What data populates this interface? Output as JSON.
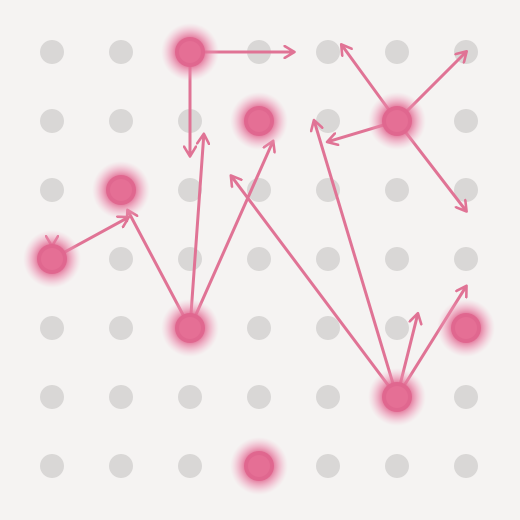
{
  "board": {
    "grid_rows": 7,
    "grid_cols": 7,
    "colors": {
      "background": "#f5f3f2",
      "empty_dot": "#d9d7d6",
      "active_fill": "#e0678f",
      "active_center": "#e56f95",
      "glow": "#ec8fb0",
      "arrow": "#e07395"
    },
    "active_nodes": [
      {
        "row": 0,
        "col": 2,
        "arrows": [
          [
            0,
            3.5
          ],
          [
            1.5,
            2
          ]
        ]
      },
      {
        "row": 1,
        "col": 3,
        "arrows": []
      },
      {
        "row": 1,
        "col": 5,
        "arrows": [
          [
            -0.1,
            4.2
          ],
          [
            0,
            6
          ],
          [
            2.3,
            6
          ],
          [
            1.3,
            4
          ]
        ]
      },
      {
        "row": 2,
        "col": 1,
        "arrows": []
      },
      {
        "row": 3,
        "col": 0,
        "arrows": [
          [
            2.8,
            0
          ],
          [
            2.4,
            1.1
          ]
        ]
      },
      {
        "row": 4,
        "col": 2,
        "arrows": [
          [
            1.3,
            3.2
          ],
          [
            2.3,
            1.1
          ],
          [
            1.2,
            2.2
          ]
        ]
      },
      {
        "row": 4,
        "col": 6,
        "arrows": []
      },
      {
        "row": 5,
        "col": 5,
        "arrows": [
          [
            3.8,
            5.3
          ],
          [
            1,
            3.8
          ],
          [
            3.4,
            6
          ],
          [
            1.8,
            2.6
          ]
        ]
      },
      {
        "row": 6,
        "col": 3,
        "arrows": []
      }
    ]
  }
}
